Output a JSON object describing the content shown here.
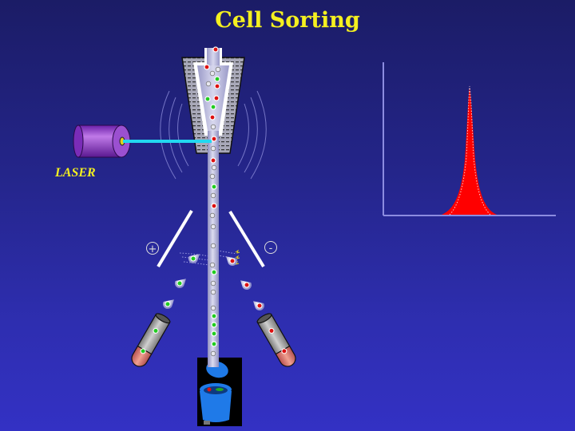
{
  "title": "Cell Sorting",
  "labels": {
    "laser": "LASER",
    "positive_plate": "+",
    "negative_plate": "-"
  },
  "colors": {
    "title": "#f4f020",
    "background_top": "#1b1c66",
    "background_bottom": "#3331c4",
    "laser_beam": "#22d8f0",
    "laser_body": "#9b3fd4",
    "cell_positive": "#22cc22",
    "cell_negative": "#dd1111",
    "stream": "#b8b8d8",
    "histogram_fill": "#ff0000",
    "axis": "#8c8ce0",
    "waste_bin": "#1a73e8"
  },
  "components": [
    "nozzle-reservoir",
    "laser",
    "laser-beam",
    "fluid-stream",
    "positive-deflection-plate",
    "negative-deflection-plate",
    "collection-tube-left",
    "collection-tube-right",
    "waste-bin",
    "fluorescence-histogram"
  ],
  "chart_data": {
    "type": "area",
    "title": "",
    "xlabel": "",
    "ylabel": "",
    "description": "Single narrow peak histogram (red filled) with dotted white outline",
    "peak_position_fraction": 0.49,
    "peak_height_fraction": 0.84,
    "grid": false,
    "legend": []
  }
}
